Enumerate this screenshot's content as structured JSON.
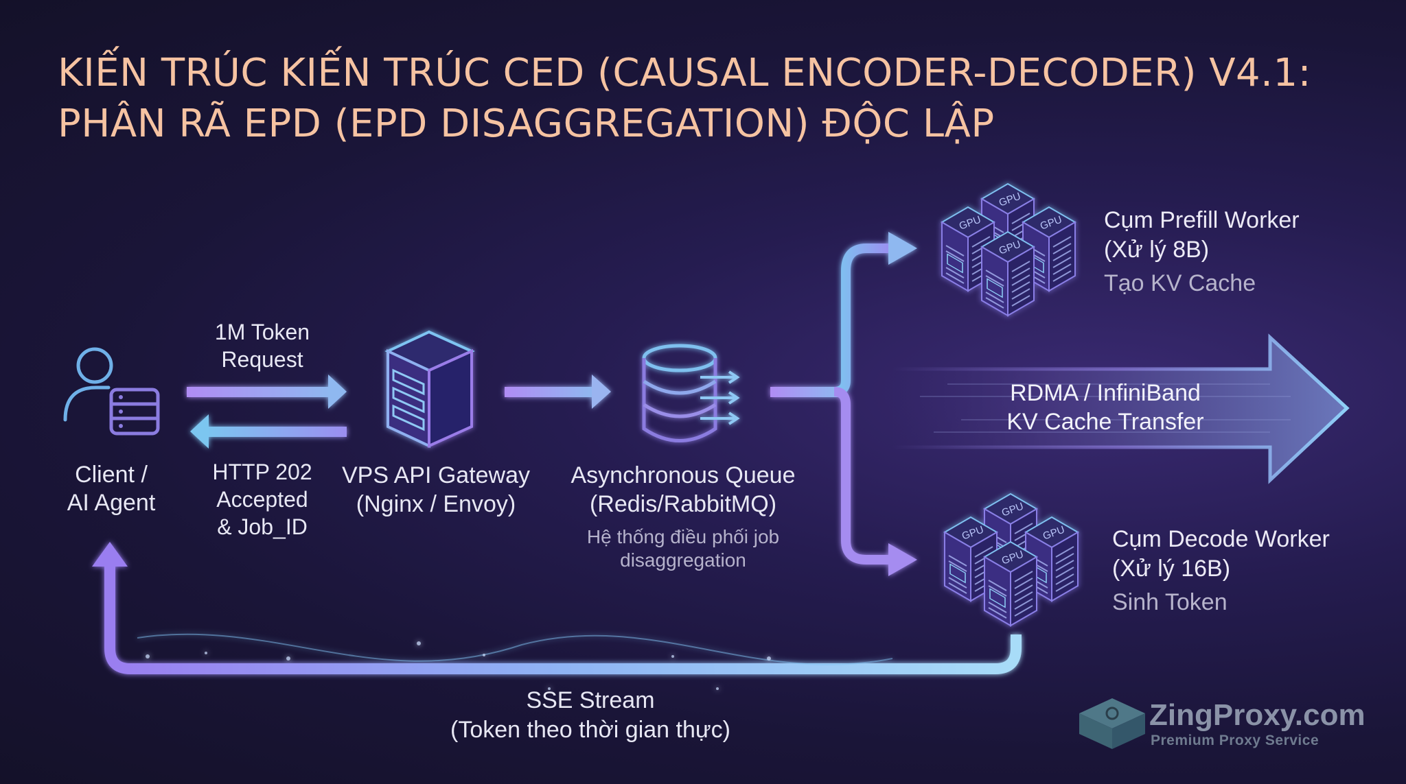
{
  "title": {
    "line1": "KIẾN TRÚC KIẾN TRÚC CED (CAUSAL ENCODER-DECODER) V4.1:",
    "line2": "PHÂN RÃ EPD (EPD DISAGGREGATION) ĐỘC LẬP"
  },
  "client": {
    "line1": "Client /",
    "line2": "AI Agent"
  },
  "request": {
    "line1": "1M Token",
    "line2": "Request"
  },
  "response": {
    "line1": "HTTP 202",
    "line2": "Accepted",
    "line3": "& Job_ID"
  },
  "gateway": {
    "line1": "VPS API Gateway",
    "line2": "(Nginx / Envoy)"
  },
  "queue": {
    "line1": "Asynchronous Queue",
    "line2": "(Redis/RabbitMQ)",
    "sub1": "Hệ thống điều phối job",
    "sub2": "disaggregation"
  },
  "prefill": {
    "line1": "Cụm Prefill Worker",
    "line2": "(Xử lý 8B)",
    "sub": "Tạo KV Cache"
  },
  "decode": {
    "line1": "Cụm Decode Worker",
    "line2": "(Xử lý 16B)",
    "sub": "Sinh Token"
  },
  "rdma": {
    "line1": "RDMA / InfiniBand",
    "line2": "KV Cache Transfer"
  },
  "sse": {
    "line1": "SSE Stream",
    "line2": "(Token theo thời gian thực)"
  },
  "gpu_label": "GPU",
  "logo": {
    "name": "ZingProxy.com",
    "tagline": "Premium Proxy Service"
  },
  "colors": {
    "title": "#f6c3a2",
    "arrow_purple": "#a58cf0",
    "arrow_blue": "#7fc0ef",
    "icon_blue": "#6fb0e8",
    "icon_purple": "#8b7ce0"
  },
  "icons": [
    "user-server-icon",
    "server-icon",
    "database-queue-icon",
    "gpu-cluster-icon",
    "logo-icon"
  ]
}
